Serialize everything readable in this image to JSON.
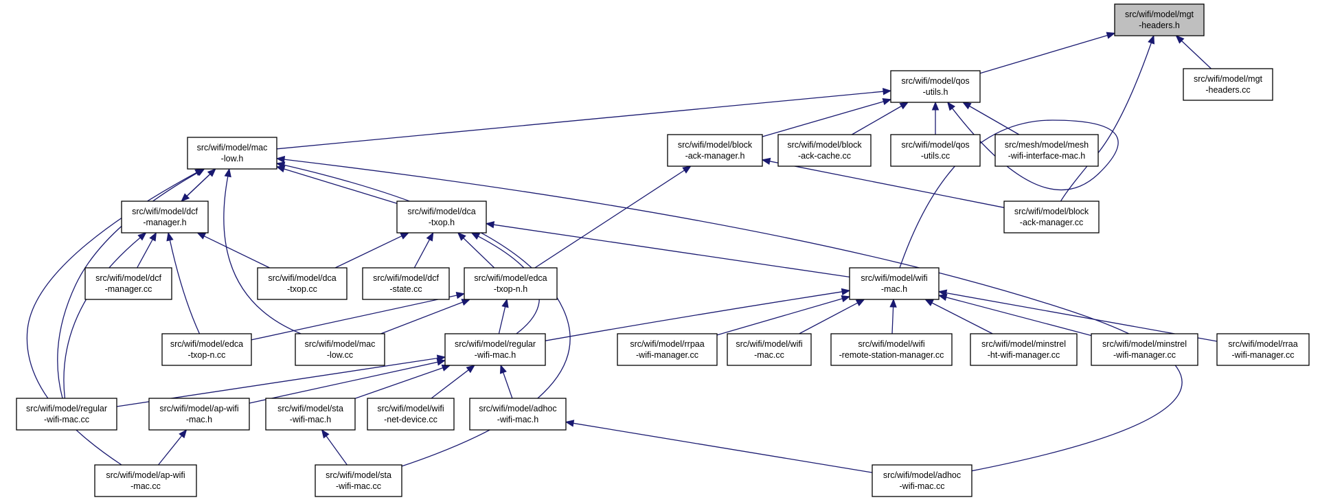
{
  "nodes": [
    {
      "id": "mgt_h",
      "lines": [
        "src/wifi/model/mgt",
        "-headers.h"
      ],
      "highlight": true
    },
    {
      "id": "qos_h",
      "lines": [
        "src/wifi/model/qos",
        "-utils.h"
      ]
    },
    {
      "id": "mgt_cc",
      "lines": [
        "src/wifi/model/mgt",
        "-headers.cc"
      ]
    },
    {
      "id": "mac_low_h",
      "lines": [
        "src/wifi/model/mac",
        "-low.h"
      ]
    },
    {
      "id": "bam_h",
      "lines": [
        "src/wifi/model/block",
        "-ack-manager.h"
      ]
    },
    {
      "id": "bac_cc",
      "lines": [
        "src/wifi/model/block",
        "-ack-cache.cc"
      ]
    },
    {
      "id": "qos_cc",
      "lines": [
        "src/wifi/model/qos",
        "-utils.cc"
      ]
    },
    {
      "id": "mesh_cc",
      "lines": [
        "src/mesh/model/mesh",
        "-wifi-interface-mac.h"
      ]
    },
    {
      "id": "dcf_h",
      "lines": [
        "src/wifi/model/dcf",
        "-manager.h"
      ]
    },
    {
      "id": "dca_h",
      "lines": [
        "src/wifi/model/dca",
        "-txop.h"
      ]
    },
    {
      "id": "bam_cc",
      "lines": [
        "src/wifi/model/block",
        "-ack-manager.cc"
      ]
    },
    {
      "id": "dcf_cc",
      "lines": [
        "src/wifi/model/dcf",
        "-manager.cc"
      ]
    },
    {
      "id": "dca_cc",
      "lines": [
        "src/wifi/model/dca",
        "-txop.cc"
      ]
    },
    {
      "id": "dcfstate_cc",
      "lines": [
        "src/wifi/model/dcf",
        "-state.cc"
      ]
    },
    {
      "id": "edca_h",
      "lines": [
        "src/wifi/model/edca",
        "-txop-n.h"
      ]
    },
    {
      "id": "wifimac_h",
      "lines": [
        "src/wifi/model/wifi",
        "-mac.h"
      ]
    },
    {
      "id": "edca_cc",
      "lines": [
        "src/wifi/model/edca",
        "-txop-n.cc"
      ]
    },
    {
      "id": "maclow_cc",
      "lines": [
        "src/wifi/model/mac",
        "-low.cc"
      ]
    },
    {
      "id": "regular_h",
      "lines": [
        "src/wifi/model/regular",
        "-wifi-mac.h"
      ]
    },
    {
      "id": "rrpaa_cc",
      "lines": [
        "src/wifi/model/rrpaa",
        "-wifi-manager.cc"
      ]
    },
    {
      "id": "wifimac_cc",
      "lines": [
        "src/wifi/model/wifi",
        "-mac.cc"
      ]
    },
    {
      "id": "rsm_cc",
      "lines": [
        "src/wifi/model/wifi",
        "-remote-station-manager.cc"
      ]
    },
    {
      "id": "minht_cc",
      "lines": [
        "src/wifi/model/minstrel",
        "-ht-wifi-manager.cc"
      ]
    },
    {
      "id": "min_cc",
      "lines": [
        "src/wifi/model/minstrel",
        "-wifi-manager.cc"
      ]
    },
    {
      "id": "rraa_cc",
      "lines": [
        "src/wifi/model/rraa",
        "-wifi-manager.cc"
      ]
    },
    {
      "id": "regular_cc",
      "lines": [
        "src/wifi/model/regular",
        "-wifi-mac.cc"
      ]
    },
    {
      "id": "ap_h",
      "lines": [
        "src/wifi/model/ap-wifi",
        "-mac.h"
      ]
    },
    {
      "id": "sta_h",
      "lines": [
        "src/wifi/model/sta",
        "-wifi-mac.h"
      ]
    },
    {
      "id": "netdev_cc",
      "lines": [
        "src/wifi/model/wifi",
        "-net-device.cc"
      ]
    },
    {
      "id": "adhoc_h",
      "lines": [
        "src/wifi/model/adhoc",
        "-wifi-mac.h"
      ]
    },
    {
      "id": "ap_cc",
      "lines": [
        "src/wifi/model/ap-wifi",
        "-mac.cc"
      ]
    },
    {
      "id": "sta_cc",
      "lines": [
        "src/wifi/model/sta",
        "-wifi-mac.cc"
      ]
    },
    {
      "id": "adhoc_cc",
      "lines": [
        "src/wifi/model/adhoc",
        "-wifi-mac.cc"
      ]
    }
  ],
  "edges": [
    {
      "from": "qos_h",
      "to": "mgt_h"
    },
    {
      "from": "mgt_cc",
      "to": "mgt_h"
    },
    {
      "from": "bam_cc",
      "to": "mgt_h"
    },
    {
      "from": "mac_low_h",
      "to": "qos_h"
    },
    {
      "from": "bam_h",
      "to": "qos_h"
    },
    {
      "from": "bac_cc",
      "to": "qos_h"
    },
    {
      "from": "qos_cc",
      "to": "qos_h"
    },
    {
      "from": "mesh_cc",
      "to": "qos_h"
    },
    {
      "from": "wifimac_h",
      "to": "qos_h"
    },
    {
      "from": "dcf_h",
      "to": "mac_low_h"
    },
    {
      "from": "mac_low_h",
      "to": "dcf_h"
    },
    {
      "from": "dca_h",
      "to": "mac_low_h"
    },
    {
      "from": "maclow_cc",
      "to": "mac_low_h"
    },
    {
      "from": "regular_cc",
      "to": "mac_low_h"
    },
    {
      "from": "ap_cc",
      "to": "mac_low_h"
    },
    {
      "from": "sta_cc",
      "to": "mac_low_h"
    },
    {
      "from": "adhoc_cc",
      "to": "mac_low_h"
    },
    {
      "from": "bam_cc",
      "to": "bam_h"
    },
    {
      "from": "edca_h",
      "to": "bam_h"
    },
    {
      "from": "dcf_cc",
      "to": "dcf_h"
    },
    {
      "from": "dca_cc",
      "to": "dcf_h"
    },
    {
      "from": "edca_cc",
      "to": "dcf_h"
    },
    {
      "from": "regular_cc",
      "to": "dcf_h"
    },
    {
      "from": "dca_cc",
      "to": "dca_h"
    },
    {
      "from": "dcfstate_cc",
      "to": "dca_h"
    },
    {
      "from": "edca_h",
      "to": "dca_h"
    },
    {
      "from": "wifimac_h",
      "to": "dca_h"
    },
    {
      "from": "regular_h",
      "to": "dca_h"
    },
    {
      "from": "edca_cc",
      "to": "edca_h"
    },
    {
      "from": "maclow_cc",
      "to": "edca_h"
    },
    {
      "from": "regular_h",
      "to": "edca_h"
    },
    {
      "from": "regular_h",
      "to": "wifimac_h"
    },
    {
      "from": "rrpaa_cc",
      "to": "wifimac_h"
    },
    {
      "from": "wifimac_cc",
      "to": "wifimac_h"
    },
    {
      "from": "rsm_cc",
      "to": "wifimac_h"
    },
    {
      "from": "minht_cc",
      "to": "wifimac_h"
    },
    {
      "from": "min_cc",
      "to": "wifimac_h"
    },
    {
      "from": "rraa_cc",
      "to": "wifimac_h"
    },
    {
      "from": "regular_cc",
      "to": "regular_h"
    },
    {
      "from": "ap_h",
      "to": "regular_h"
    },
    {
      "from": "sta_h",
      "to": "regular_h"
    },
    {
      "from": "netdev_cc",
      "to": "regular_h"
    },
    {
      "from": "adhoc_h",
      "to": "regular_h"
    },
    {
      "from": "ap_cc",
      "to": "ap_h"
    },
    {
      "from": "sta_cc",
      "to": "sta_h"
    },
    {
      "from": "adhoc_cc",
      "to": "adhoc_h"
    }
  ]
}
